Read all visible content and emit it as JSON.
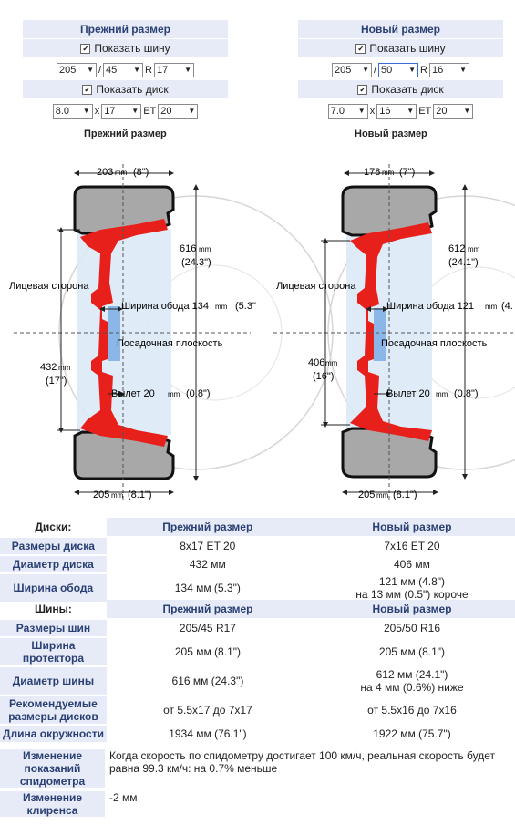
{
  "old": {
    "header": "Прежний размер",
    "show_tire": "Показать шину",
    "tire": {
      "width": "205",
      "sep1": "/",
      "profile": "45",
      "sep2": "R",
      "rim": "17"
    },
    "show_disk": "Показать диск",
    "disk": {
      "width": "8.0",
      "sep1": "x",
      "diameter": "17",
      "sep2": "ET",
      "et": "20"
    },
    "diagram_title": "Прежний размер",
    "dims": {
      "tire_width": "203",
      "tire_width_in": "(8\")",
      "tread_width": "205",
      "tread_width_in": "(8.1\")",
      "tire_diam": "616",
      "tire_diam_in": "(24.3\")",
      "rim_diam": "432",
      "rim_diam_in": "(17\")",
      "rim_width_label": "Ширина обода 134",
      "rim_width_in": "(5.3\"",
      "offset_label": "Вылет 20",
      "offset_in": "(0.8\")"
    }
  },
  "new": {
    "header": "Новый размер",
    "show_tire": "Показать шину",
    "tire": {
      "width": "205",
      "sep1": "/",
      "profile": "50",
      "sep2": "R",
      "rim": "16"
    },
    "show_disk": "Показать диск",
    "disk": {
      "width": "7.0",
      "sep1": "x",
      "diameter": "16",
      "sep2": "ET",
      "et": "20"
    },
    "diagram_title": "Новый размер",
    "dims": {
      "tire_width": "178",
      "tire_width_in": "(7\")",
      "tread_width": "205",
      "tread_width_in": "(8.1\")",
      "tire_diam": "612",
      "tire_diam_in": "(24.1\")",
      "rim_diam": "406",
      "rim_diam_in": "(16\")",
      "rim_width_label": "Ширина обода 121",
      "rim_width_in": "(4.",
      "offset_label": "Вылет 20",
      "offset_in": "(0.8\")"
    }
  },
  "labels": {
    "mm": "mm",
    "face_side": "Лицевая сторона",
    "mount_plane": "Посадочная плоскость",
    "checkmark": "✔"
  },
  "disks": {
    "section": "Диски:",
    "col_old": "Прежний размер",
    "col_new": "Новый размер",
    "rows": [
      {
        "label": "Размеры диска",
        "old": "8x17 ET 20",
        "new": "7x16 ET 20",
        "new2": ""
      },
      {
        "label": "Диаметр диска",
        "old": "432 мм",
        "new": "406 мм",
        "new2": ""
      },
      {
        "label": "Ширина обода",
        "old": "134 мм (5.3\")",
        "new": "121 мм (4.8\")",
        "new2": "на 13 мм (0.5\") короче"
      }
    ]
  },
  "tires": {
    "section": "Шины:",
    "col_old": "Прежний размер",
    "col_new": "Новый размер",
    "rows": [
      {
        "label": "Размеры шин",
        "old": "205/45 R17",
        "new": "205/50 R16",
        "new2": ""
      },
      {
        "label": "Ширина протектора",
        "old": "205 мм (8.1\")",
        "new": "205 мм (8.1\")",
        "new2": ""
      },
      {
        "label": "Диаметр шины",
        "old": "616 мм (24.3\")",
        "new": "612 мм (24.1\")",
        "new2": "на 4 мм (0.6%) ниже"
      },
      {
        "label": "Рекомендуемые размеры дисков",
        "old": "от 5.5x17 до 7x17",
        "new": "от 5.5x16 до 7x16",
        "new2": ""
      },
      {
        "label": "Длина окружности",
        "old": "1934 мм (76.1\")",
        "new": "1922 мм (75.7\")",
        "new2": ""
      }
    ]
  },
  "notes": {
    "speedo_label": "Изменение показаний спидометра",
    "speedo_text": "Когда скорость по спидометру достигает 100 км/ч, реальная скорость будет равна 99.3 км/ч: на 0.7% меньше",
    "clearance_label": "Изменение клиренса",
    "clearance_text": "-2 мм"
  },
  "colors": {
    "panel_bg": "#e6ebf7",
    "header_text": "#2a3f73",
    "rim_red": "#e8201c",
    "tire_gray": "#a8a8a8",
    "tire_outline": "#111111"
  }
}
